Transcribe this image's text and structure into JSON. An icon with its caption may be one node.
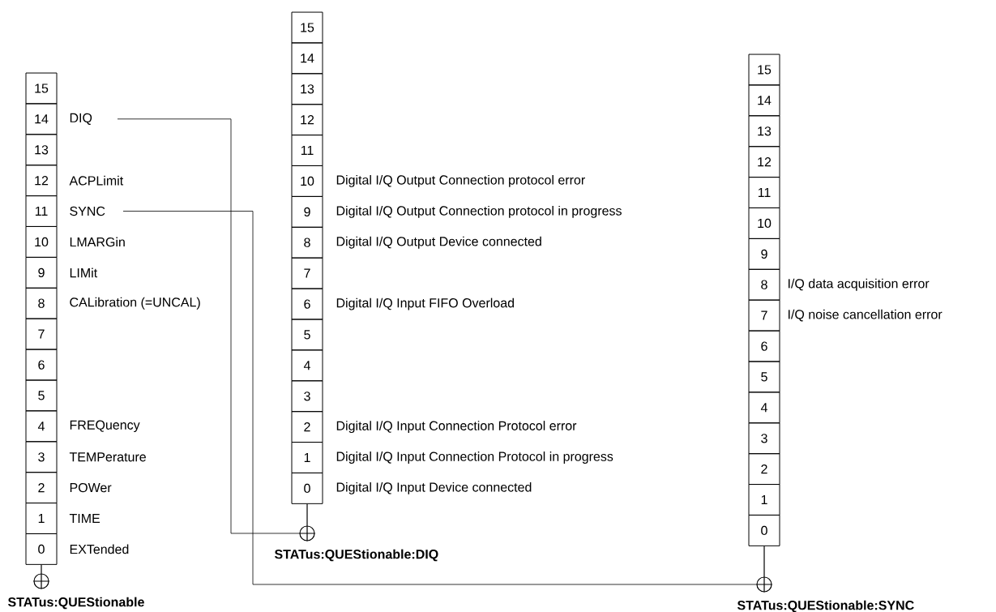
{
  "diagram": {
    "nodes": [
      {
        "text": [
          "15"
        ]
      },
      {
        "text": [
          "14"
        ],
        "beside": [
          "DIQ"
        ]
      },
      {
        "text": [
          "13"
        ]
      },
      {
        "text": [
          "12"
        ],
        "beside": [
          "ACPLimit"
        ]
      },
      {
        "text": [
          "11"
        ],
        "beside": [
          "SYNC"
        ]
      },
      {
        "text": [
          "10"
        ],
        "beside": [
          "LMARGin"
        ]
      },
      {
        "text": [
          "9"
        ],
        "beside": [
          "LIMit"
        ]
      },
      {
        "text": [
          "8"
        ],
        "beside": [
          "CALibration (=UNCAL)"
        ]
      },
      {
        "text": [
          "7"
        ]
      },
      {
        "text": [
          "6"
        ]
      },
      {
        "text": [
          "5"
        ]
      },
      {
        "text": [
          "4"
        ],
        "beside": [
          "FREQuency"
        ]
      },
      {
        "text": [
          "3"
        ],
        "beside": [
          "TEMPerature"
        ]
      },
      {
        "text": [
          "2"
        ],
        "beside": [
          "POWer"
        ]
      },
      {
        "text": [
          "1"
        ],
        "beside": [
          "TIME"
        ]
      },
      {
        "text": [
          "0"
        ],
        "beside": [
          "EXTended"
        ]
      },
      {
        "text": [],
        "shape": "circle",
        "beside": [
          "STATus:QUEStionable"
        ]
      },
      {
        "text": [
          "15"
        ]
      },
      {
        "text": [
          "14"
        ]
      },
      {
        "text": [
          "13"
        ]
      },
      {
        "text": [
          "12"
        ]
      },
      {
        "text": [
          "11"
        ]
      },
      {
        "text": [
          "10"
        ],
        "beside": [
          "Digital I/Q Output Connection protocol error"
        ]
      },
      {
        "text": [
          "9"
        ],
        "beside": [
          "Digital I/Q Output Connection protocol in progress"
        ]
      },
      {
        "text": [
          "8"
        ],
        "beside": [
          "Digital I/Q Output Device connected"
        ]
      },
      {
        "text": [
          "7"
        ]
      },
      {
        "text": [
          "6"
        ],
        "beside": [
          "Digital I/Q Input FIFO Overload"
        ]
      },
      {
        "text": [
          "5"
        ]
      },
      {
        "text": [
          "4"
        ]
      },
      {
        "text": [
          "3"
        ]
      },
      {
        "text": [
          "2"
        ],
        "beside": [
          "Digital I/Q Input Connection Protocol error"
        ]
      },
      {
        "text": [
          "1"
        ],
        "beside": [
          "Digital I/Q Input Connection Protocol in progress"
        ]
      },
      {
        "text": [
          "0"
        ],
        "beside": [
          "Digital I/Q Input Device connected"
        ]
      },
      {
        "text": [],
        "shape": "circle",
        "beside": [
          "STATus:QUEStionable:DIQ"
        ]
      },
      {
        "text": [
          "15"
        ]
      },
      {
        "text": [
          "14"
        ]
      },
      {
        "text": [
          "13"
        ]
      },
      {
        "text": [
          "12"
        ]
      },
      {
        "text": [
          "11"
        ]
      },
      {
        "text": [
          "10"
        ]
      },
      {
        "text": [
          "9"
        ]
      },
      {
        "text": [
          "8"
        ],
        "beside": [
          "I/Q data acquisition error"
        ]
      },
      {
        "text": [
          "7"
        ],
        "beside": [
          "I/Q noise cancellation error"
        ]
      },
      {
        "text": [
          "6"
        ]
      },
      {
        "text": [
          "5"
        ]
      },
      {
        "text": [
          "4"
        ]
      },
      {
        "text": [
          "3"
        ]
      },
      {
        "text": [
          "2"
        ]
      },
      {
        "text": [
          "1"
        ]
      },
      {
        "text": [
          "0"
        ]
      },
      {
        "text": [],
        "shape": "circle",
        "beside": [
          "STATus:QUEStionable:SYNC"
        ]
      }
    ],
    "edges": [
      {
        "from": 15,
        "to": 16,
        "arrow": "none"
      },
      {
        "from": 32,
        "to": 33,
        "arrow": "none"
      },
      {
        "from": 49,
        "to": 50,
        "arrow": "none"
      },
      {
        "from": 33,
        "to": 1,
        "arrow": "none"
      },
      {
        "from": 50,
        "to": 4,
        "arrow": "none"
      }
    ]
  }
}
